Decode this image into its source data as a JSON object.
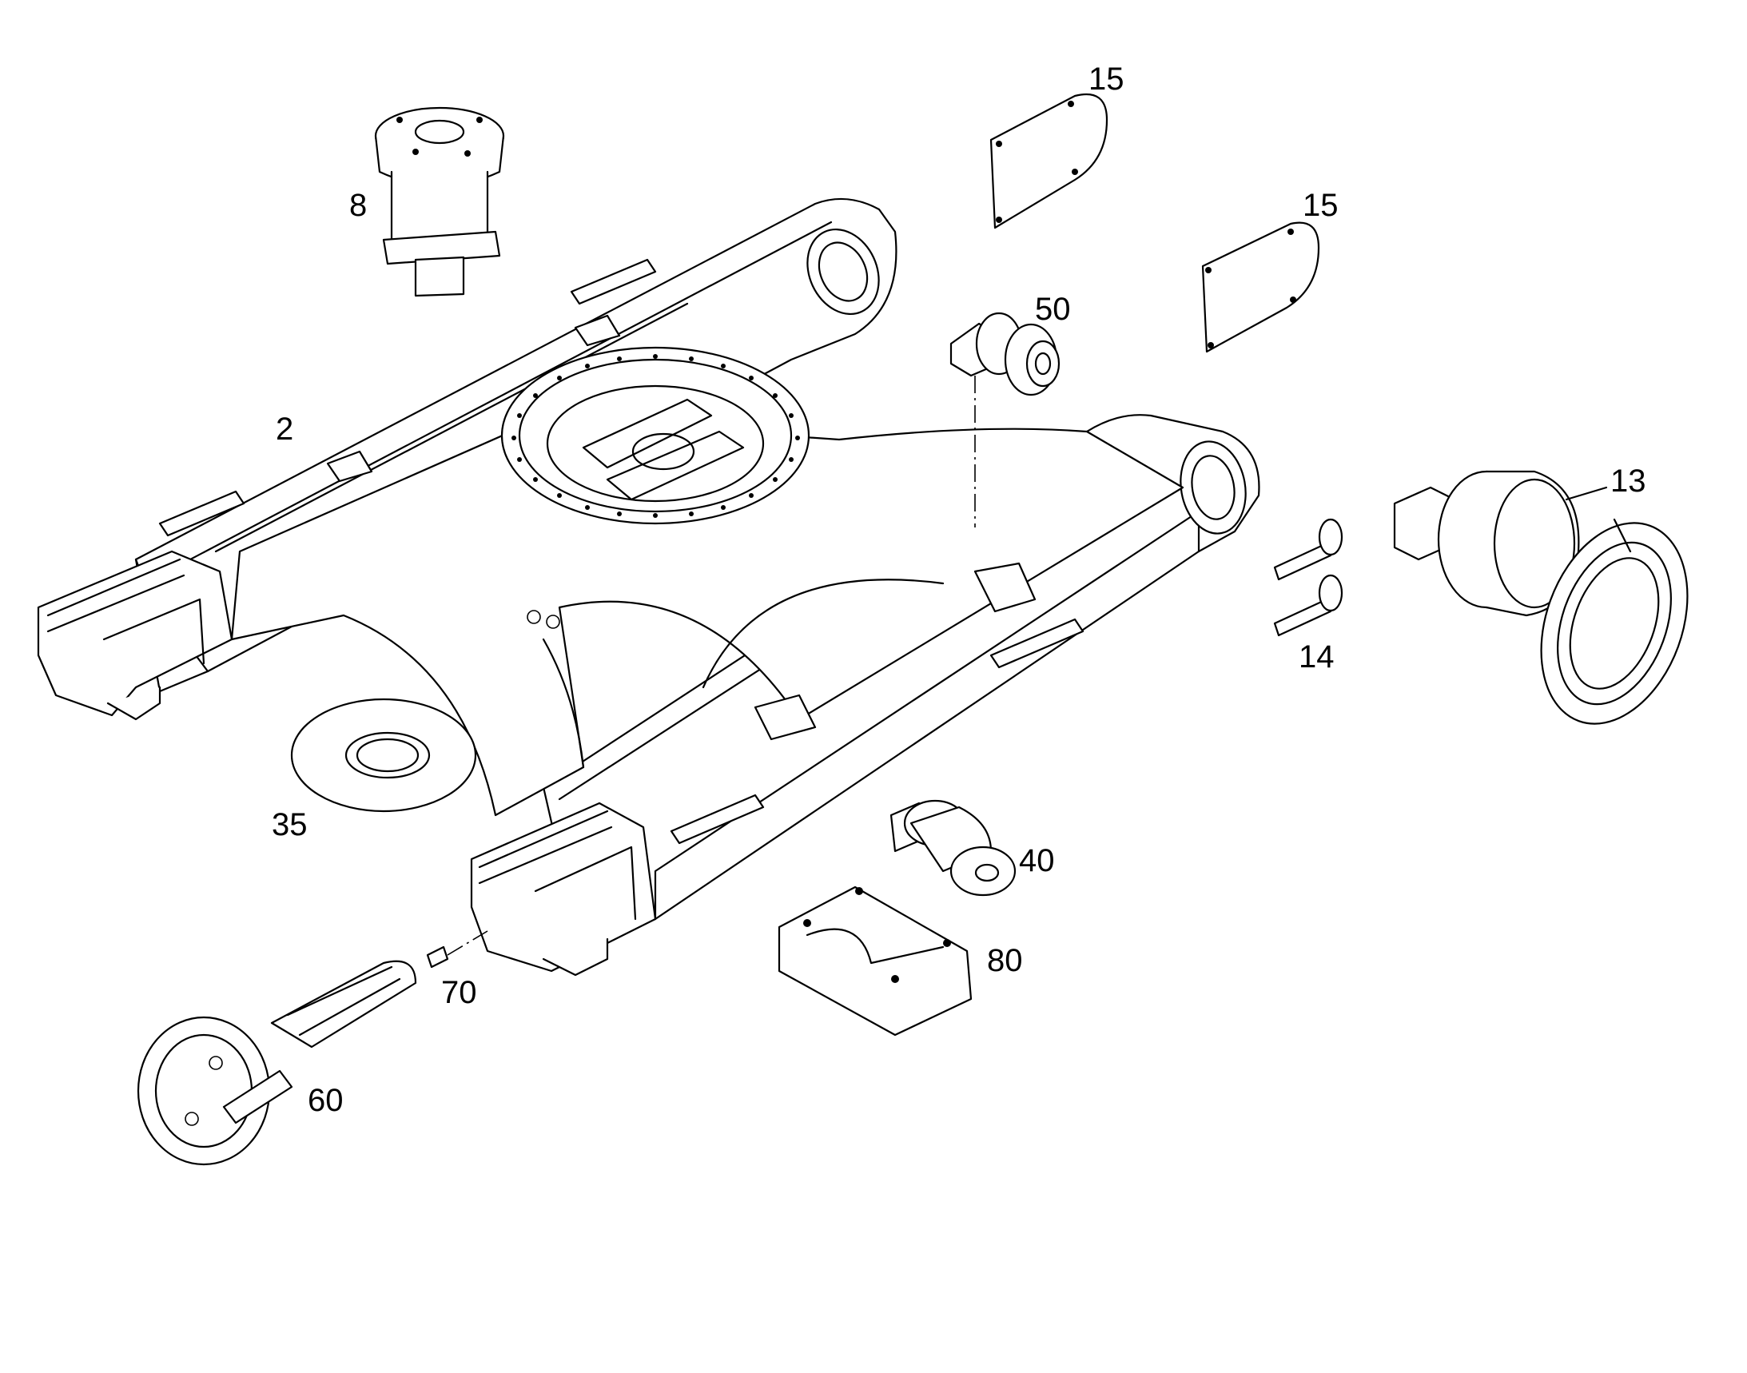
{
  "callouts": {
    "frame": "2",
    "swivel_joint": "8",
    "cover_plate_top": "15",
    "cover_plate_right": "15",
    "carrier_roller": "50",
    "travel_motor": "13",
    "studs": "14",
    "cover_disc": "35",
    "track_roller": "40",
    "roller_guard": "80",
    "grease_fitting": "70",
    "idler_tensioner": "60"
  }
}
